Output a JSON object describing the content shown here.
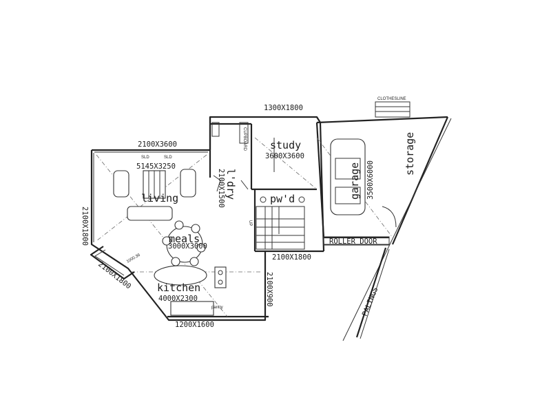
{
  "rooms": {
    "study": "study",
    "study_dim": "3600X3600",
    "living": "living",
    "living_dim": "5145X3250",
    "meals": "meals",
    "meals_dim": "3000X3000",
    "kitchen": "kitchen",
    "kitchen_dim": "4000X2300",
    "garage": "garage",
    "garage_dim": "3500X6000",
    "storage": "storage",
    "pwd": "pw'd",
    "ldry": "l'dry",
    "ldry_dim": "2100X1500"
  },
  "windows": {
    "study_top": "1300X1800",
    "living_top": "2100X3600",
    "living_left": "2100X1800",
    "bay": "2100X1800",
    "stair_bottom": "2100X1800",
    "kitchen_right": "2100X900",
    "kitchen_bottom": "1200X1600"
  },
  "labels": {
    "roller_door": "ROLLER DOOR",
    "palings": "PALINGS",
    "clothesline": "CLOTHESLINE",
    "cupboard": "CUPBOARD",
    "pantry": "pantry",
    "sld1": "SLD",
    "sld2": "SLD",
    "up": "UP",
    "bay_small": "1000.36"
  }
}
